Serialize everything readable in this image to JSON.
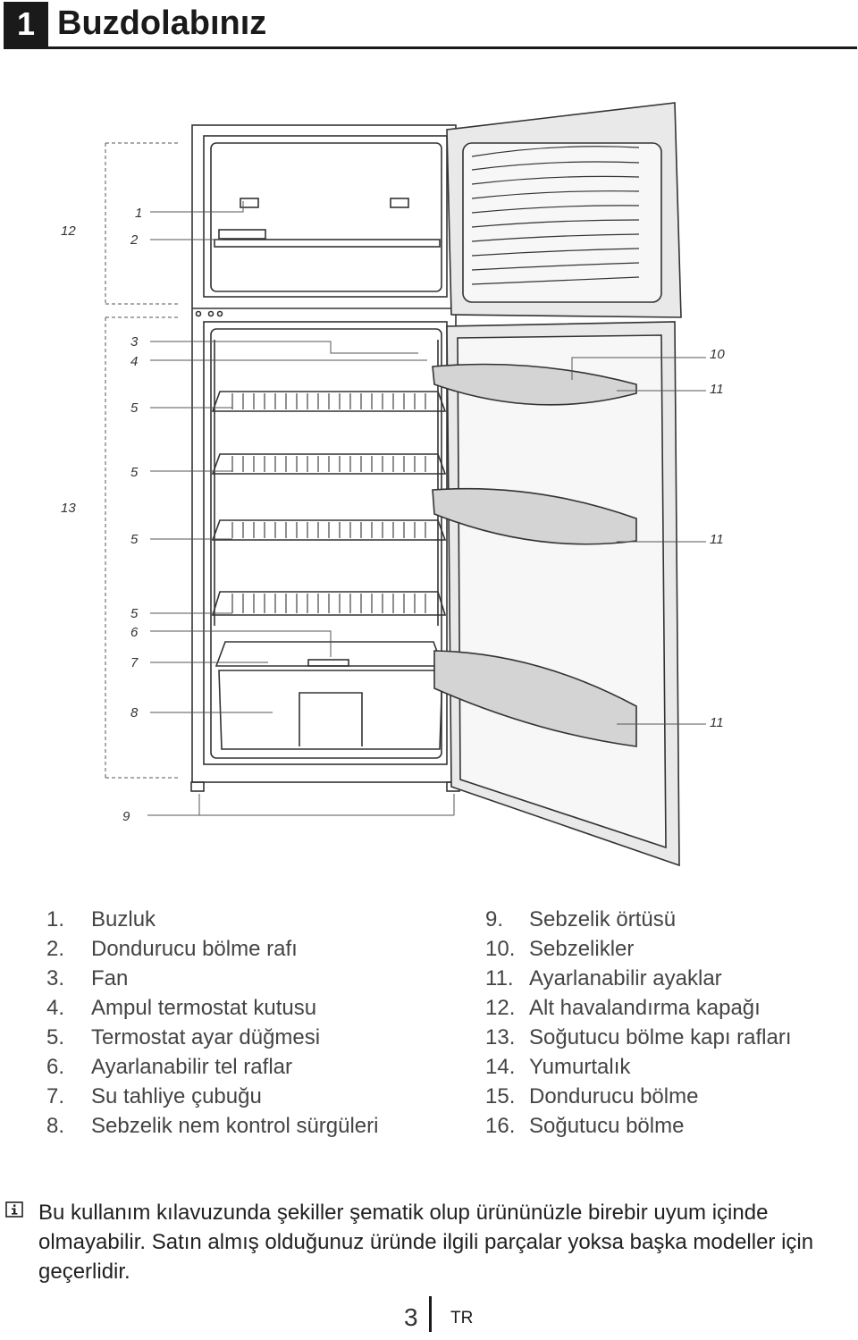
{
  "header": {
    "section_number": "1",
    "title": "Buzdolabınız"
  },
  "diagram": {
    "callouts": {
      "c1": "1",
      "c2": "2",
      "c12": "12",
      "c3": "3",
      "c4": "4",
      "c5a": "5",
      "c5b": "5",
      "c13": "13",
      "c5c": "5",
      "c5d": "5",
      "c6": "6",
      "c7": "7",
      "c8": "8",
      "c9": "9",
      "c10": "10",
      "c11a": "11",
      "c11b": "11",
      "c11c": "11"
    }
  },
  "legend": {
    "left": [
      {
        "num": "1.",
        "label": "Buzluk"
      },
      {
        "num": "2.",
        "label": "Dondurucu bölme rafı"
      },
      {
        "num": "3.",
        "label": "Fan"
      },
      {
        "num": "4.",
        "label": "Ampul termostat kutusu"
      },
      {
        "num": "5.",
        "label": "Termostat ayar düğmesi"
      },
      {
        "num": "6.",
        "label": "Ayarlanabilir tel raflar"
      },
      {
        "num": "7.",
        "label": "Su tahliye çubuğu"
      },
      {
        "num": "8.",
        "label": "Sebzelik nem kontrol sürgüleri"
      }
    ],
    "right": [
      {
        "num": "9.",
        "label": "Sebzelik örtüsü"
      },
      {
        "num": "10.",
        "label": "Sebzelikler"
      },
      {
        "num": "11.",
        "label": "Ayarlanabilir ayaklar"
      },
      {
        "num": "12.",
        "label": "Alt havalandırma kapağı"
      },
      {
        "num": "13.",
        "label": "Soğutucu bölme kapı rafları"
      },
      {
        "num": "14.",
        "label": "Yumurtalık"
      },
      {
        "num": "15.",
        "label": "Dondurucu bölme"
      },
      {
        "num": "16.",
        "label": "Soğutucu bölme"
      }
    ]
  },
  "note": {
    "icon": "info-icon",
    "text": "Bu kullanım kılavuzunda şekiller şematik olup ürününüzle birebir uyum içinde olmayabilir. Satın almış olduğunuz üründe ilgili parçalar yoksa başka modeller için geçerlidir."
  },
  "footer": {
    "page_number": "3",
    "language": "TR"
  }
}
